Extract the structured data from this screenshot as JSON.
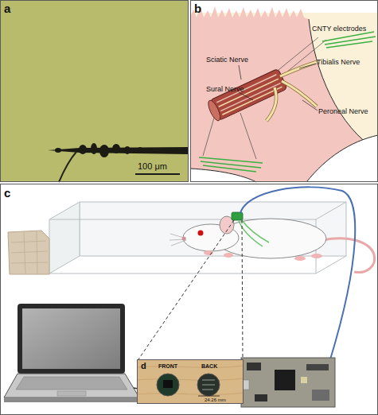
{
  "diagram": {
    "nodes": [
      {
        "text": [
          "a",
          "100 μm"
        ]
      },
      {
        "text": [
          "b",
          "CNTY electrodes",
          "Sciatic Nerve",
          "Tibialis Nerve",
          "Sural Nerve",
          "Peroneal Nerve"
        ]
      },
      {
        "text": [
          "c"
        ]
      },
      {
        "text": [
          "d",
          "FRONT",
          "BACK",
          "24.26 mm"
        ],
        "in": 2
      }
    ]
  }
}
